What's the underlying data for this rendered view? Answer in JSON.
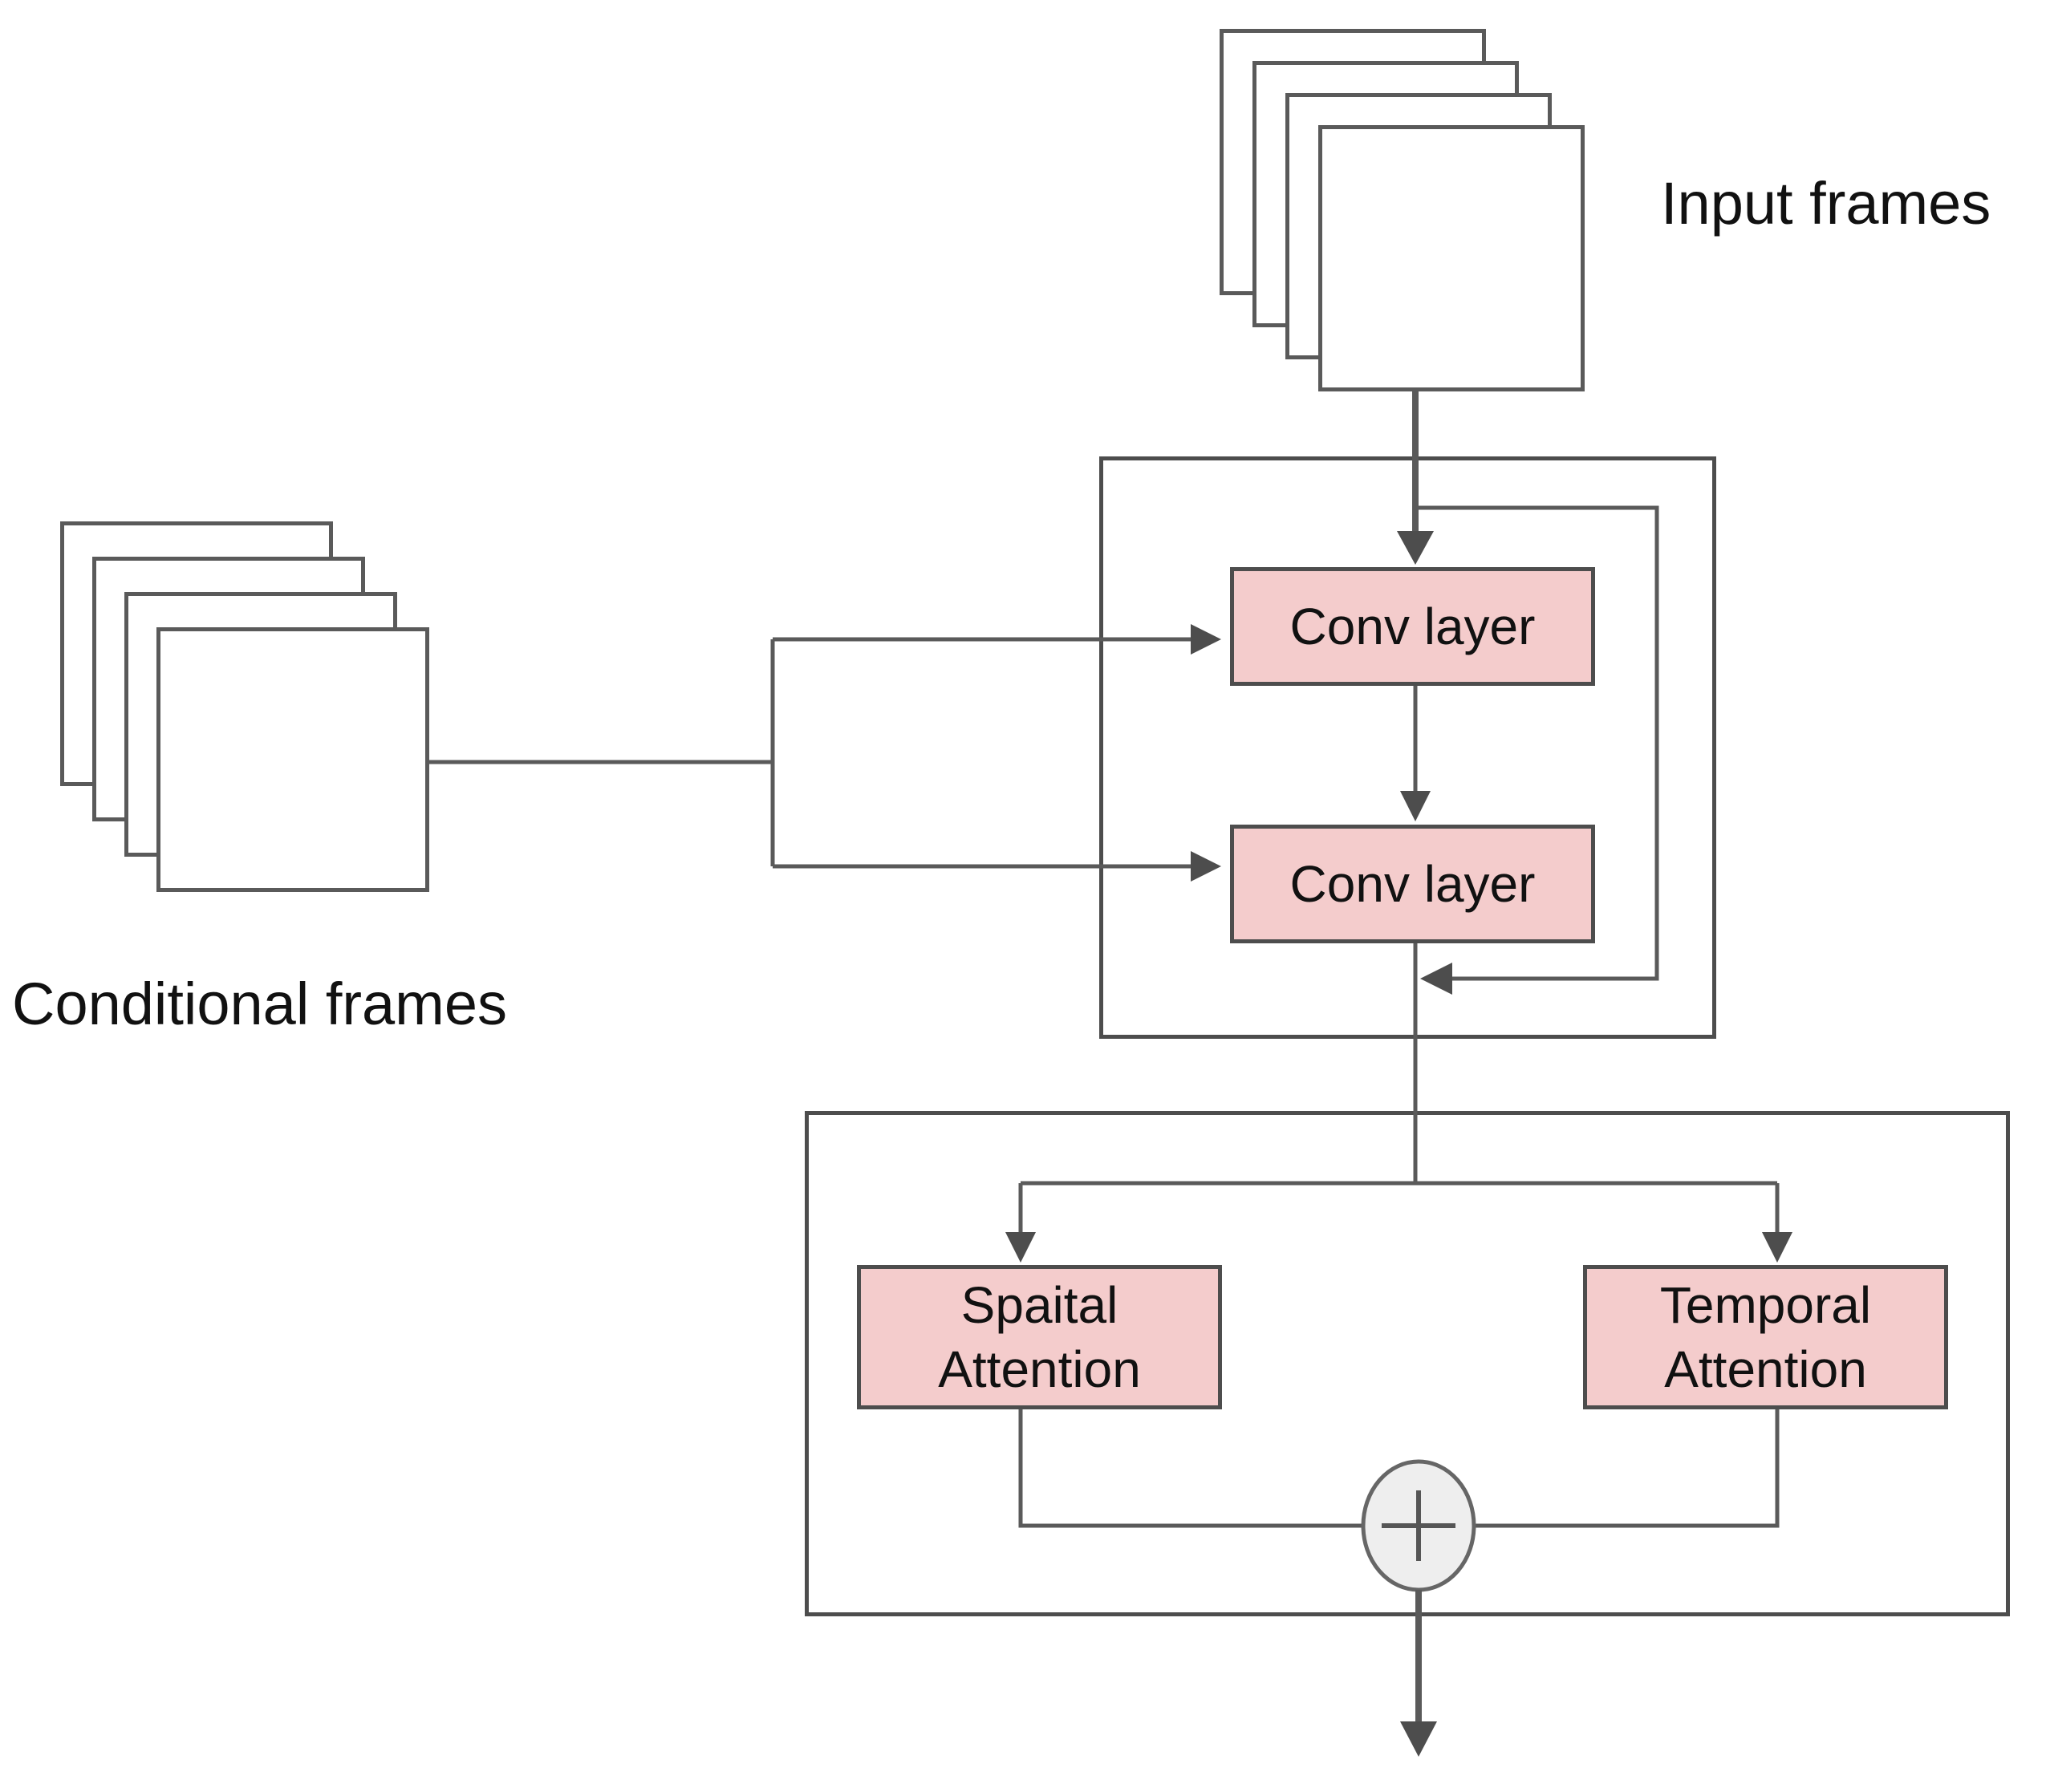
{
  "diagram": {
    "input_frames_label": "Input frames",
    "conditional_frames_label": "Conditional frames",
    "nodes": {
      "conv1": {
        "label": "Conv layer"
      },
      "conv2": {
        "label": "Conv layer"
      },
      "spatial": {
        "line1": "Spaital",
        "line2": "Attention"
      },
      "temporal": {
        "line1": "Temporal",
        "line2": "Attention"
      },
      "sum": {
        "icon": "plus-circle-icon"
      }
    },
    "colors": {
      "node_fill": "#f4cccc",
      "node_border": "#4d4d4d",
      "line": "#5a5a5a",
      "arrow": "#4d4d4d",
      "sum_fill": "#eeeeee",
      "sum_border": "#666666",
      "text": "#111111",
      "background": "#ffffff"
    }
  }
}
